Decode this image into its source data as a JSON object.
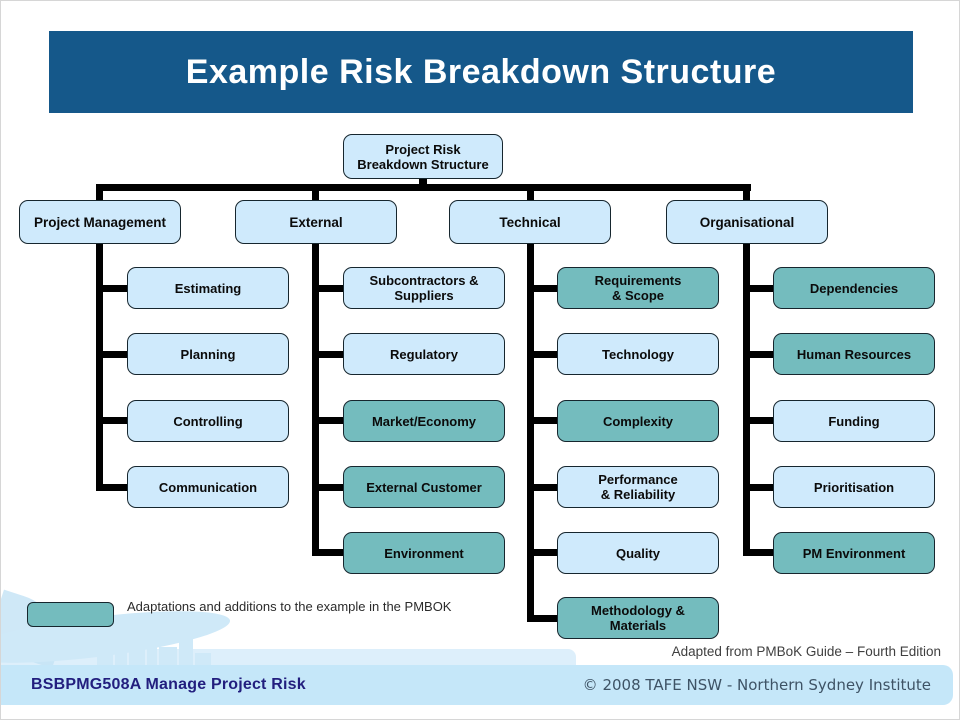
{
  "title": "Example Risk Breakdown Structure",
  "tree": {
    "root_label": "Project Risk\nBreakdown Structure",
    "columns": [
      {
        "header": "Project Management",
        "children": [
          "Estimating",
          "Planning",
          "Controlling",
          "Communication"
        ]
      },
      {
        "header": "External",
        "children": [
          "Subcontractors &\nSuppliers",
          "Regulatory",
          "Market/Economy",
          "External Customer",
          "Environment"
        ]
      },
      {
        "header": "Technical",
        "children": [
          "Requirements\n& Scope",
          "Technology",
          "Complexity",
          "Performance\n& Reliability",
          "Quality",
          "Methodology &\nMaterials"
        ]
      },
      {
        "header": "Organisational",
        "children": [
          "Dependencies",
          "Human Resources",
          "Funding",
          "Prioritisation",
          "PM Environment"
        ]
      }
    ]
  },
  "legend": {
    "label": "Adaptations and additions to the example in the PMBOK",
    "swatch_color": "#74bcbe"
  },
  "source_note": "Adapted from PMBoK Guide – Fourth Edition",
  "footer": {
    "left": "BSBPMG508A Manage Project Risk",
    "right": "© 2008 TAFE NSW - Northern Sydney Institute"
  },
  "colors": {
    "title_bar": "#15588a",
    "node_blue": "#cfeafc",
    "node_teal": "#74bcbe",
    "connector": "#000000",
    "footer_band": "#c5e7f9"
  }
}
